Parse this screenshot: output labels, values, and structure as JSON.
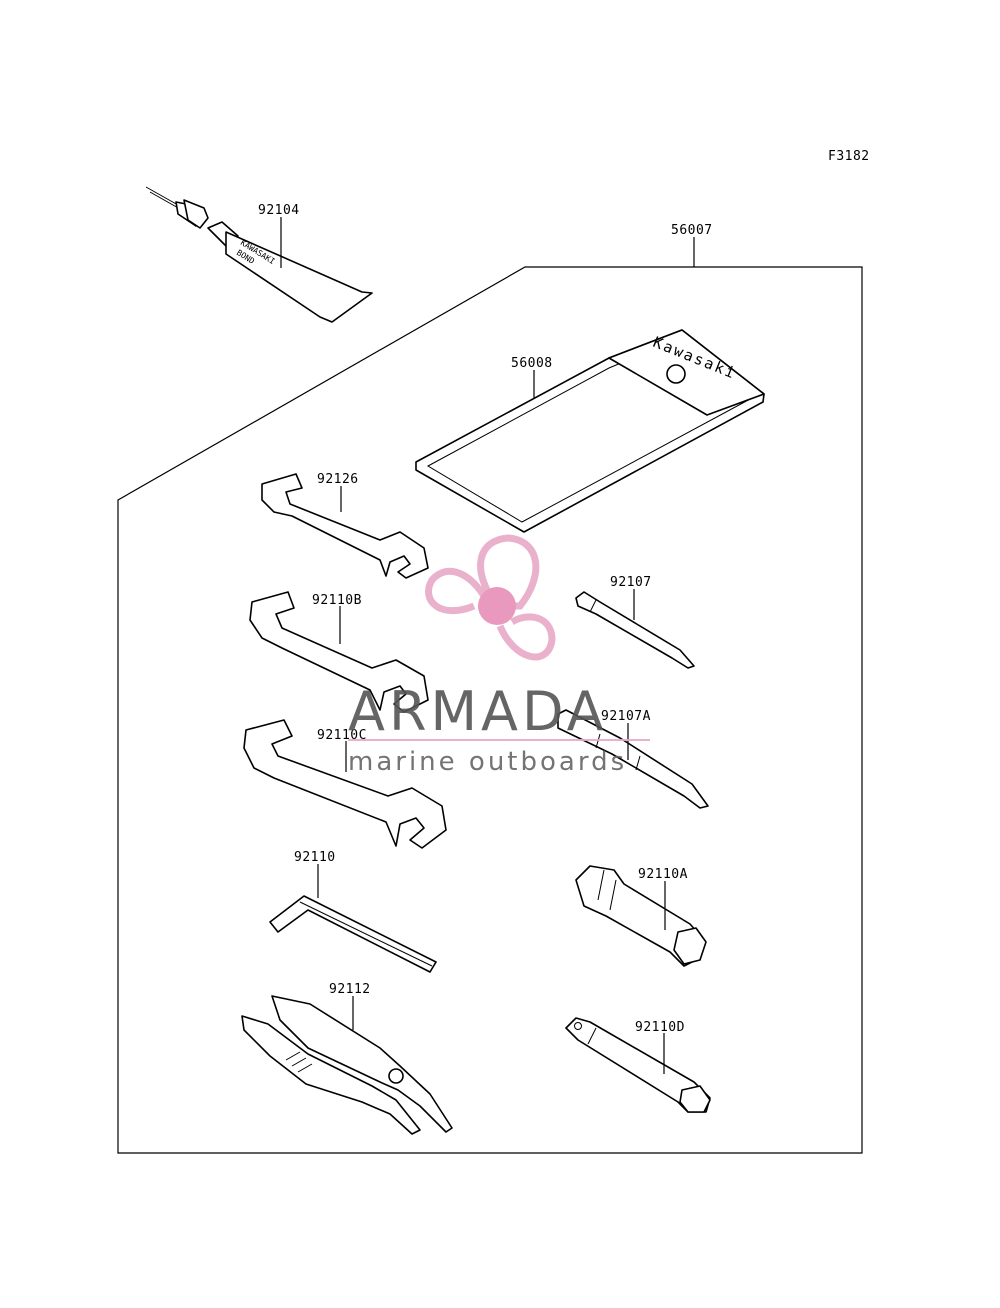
{
  "figure_code": "F3182",
  "parts": {
    "p92104": "92104",
    "p56007": "56007",
    "p56008": "56008",
    "p92126": "92126",
    "p92110B": "92110B",
    "p92110C": "92110C",
    "p92110": "92110",
    "p92112": "92112",
    "p92107": "92107",
    "p92107A": "92107A",
    "p92110A": "92110A",
    "p92110D": "92110D"
  },
  "tube_label": [
    "KAWASAKI",
    "BOND"
  ],
  "pouch_brand": "Kawasaki",
  "watermark": {
    "title": "ARMADA",
    "subtitle": "marine outboards",
    "logo_color": "#e8a9c8",
    "logo_center_color": "#e68fb6"
  }
}
